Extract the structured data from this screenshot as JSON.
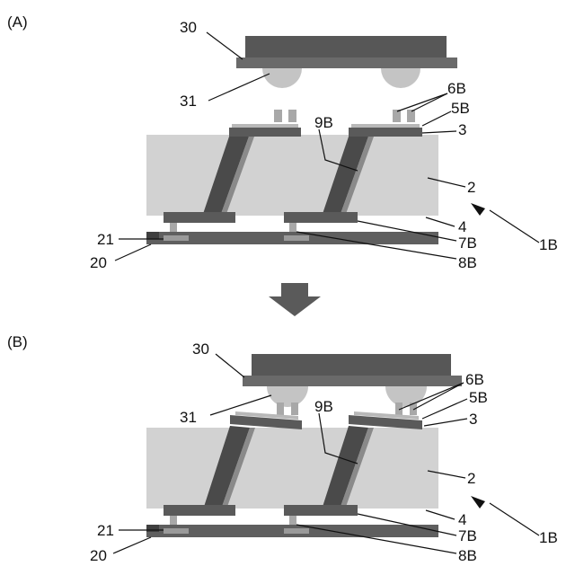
{
  "panels": {
    "a": {
      "label": "(A)"
    },
    "b": {
      "label": "(B)"
    }
  },
  "callouts": {
    "chip": "30",
    "bump": "31",
    "pad_pair": "6B",
    "pad": "5B",
    "top_layer": "3",
    "via": "9B",
    "core": "2",
    "bottom_layer": "4",
    "bottom_pad": "7B",
    "bottom_bump": "8B",
    "board_pad": "21",
    "board": "20",
    "device": "1B"
  },
  "colors": {
    "chip": "#575757",
    "core": "#d2d2d2",
    "bump": "#c4c4c4",
    "via": "#4a4a4a",
    "arrow": "#5a5a5a"
  }
}
